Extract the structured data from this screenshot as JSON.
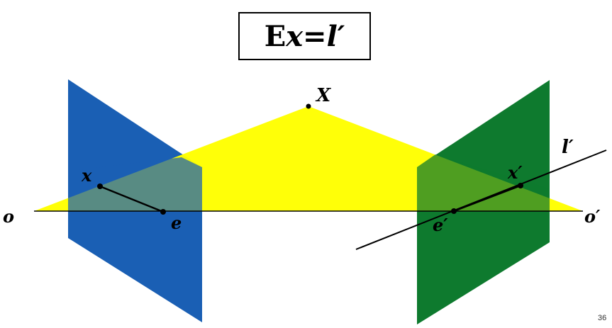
{
  "equation": {
    "part1": "E",
    "part2": "x",
    "part3": " = ",
    "part4": "l′"
  },
  "labels": {
    "X": "X",
    "x": "x",
    "e": "e",
    "o": "o",
    "x_prime": "x′",
    "e_prime": "e′",
    "o_prime": "o′",
    "l_prime": "l′"
  },
  "page_number": "36",
  "colors": {
    "epipolar_plane": "#ffff00",
    "left_image_plane": "#1a5fb4",
    "right_image_plane": "#0e7a2e",
    "lines": "#000000"
  }
}
